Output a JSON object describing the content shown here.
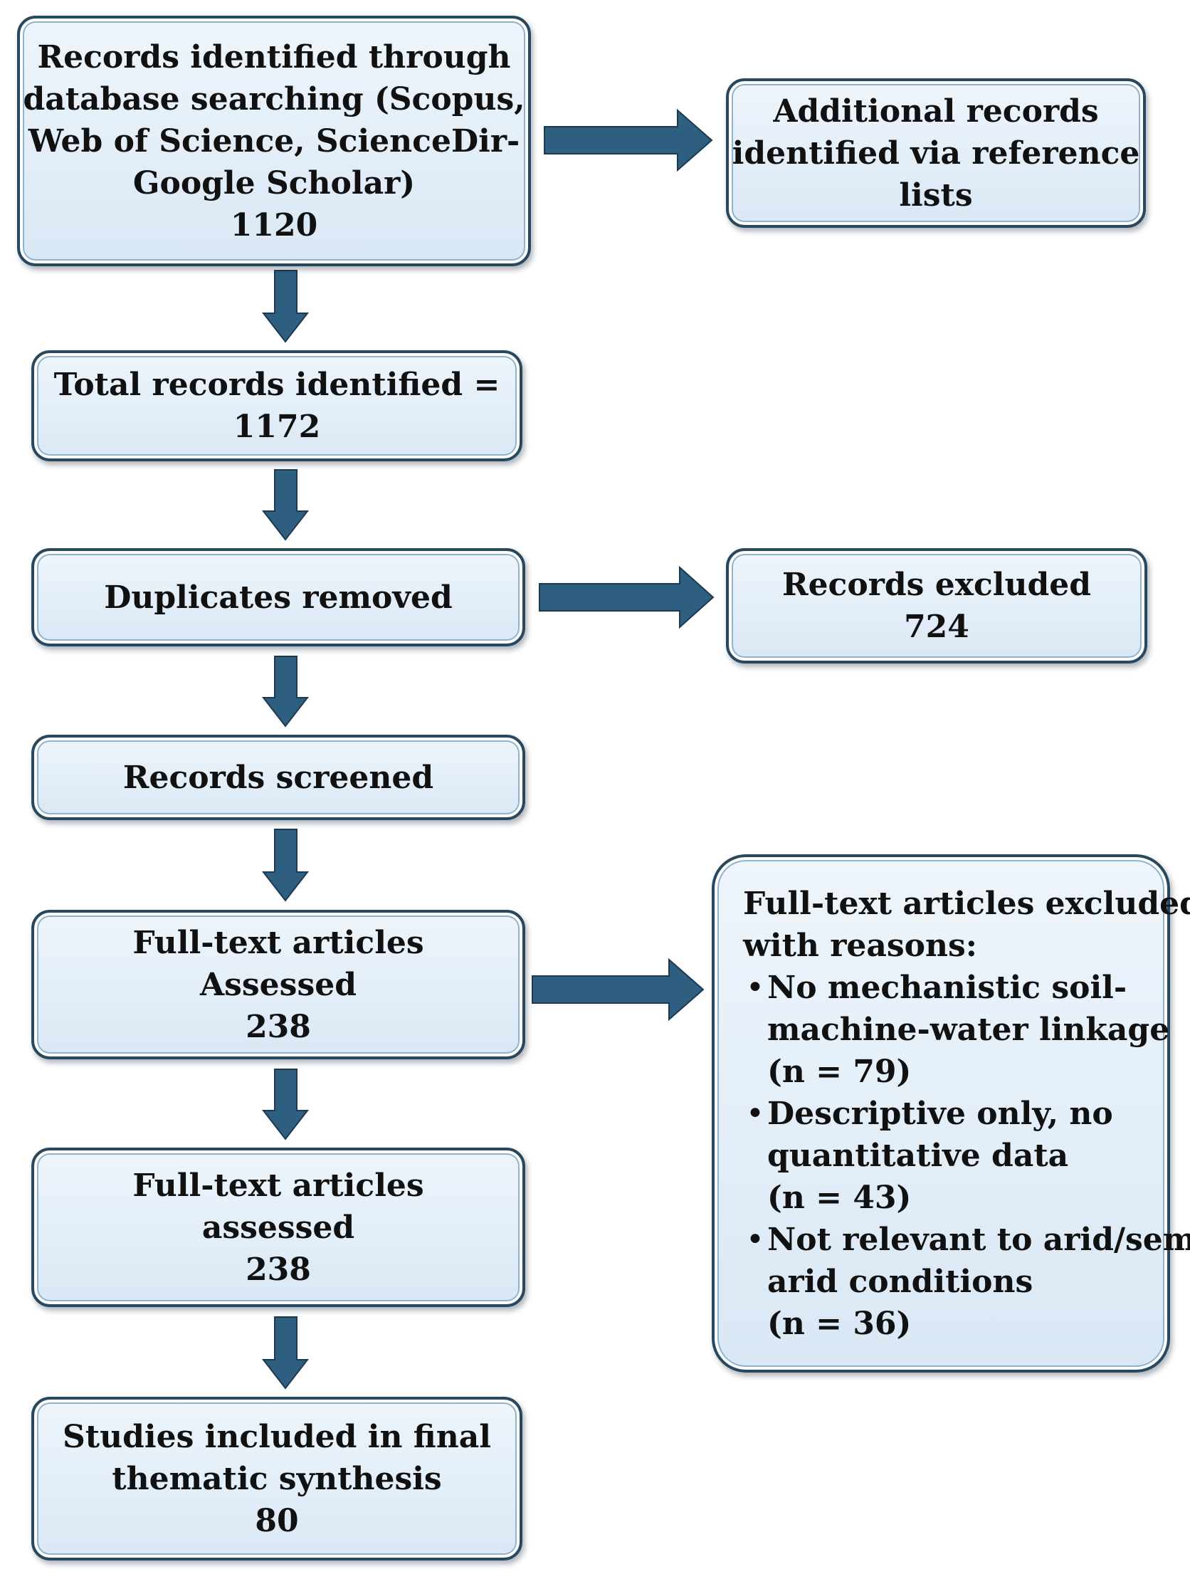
{
  "boxes": {
    "identified": {
      "lines": [
        "Records identified through",
        "database searching (Scopus,",
        "Web of Science, ScienceDir-",
        "Google Scholar)",
        "1120"
      ]
    },
    "additional": {
      "lines": [
        "Additional records",
        "identified via reference",
        "lists"
      ]
    },
    "total": {
      "lines": [
        "Total records identified =",
        "1172"
      ]
    },
    "duplicates": {
      "lines": [
        "Duplicates removed"
      ]
    },
    "excluded": {
      "lines": [
        "Records excluded",
        "724"
      ]
    },
    "screened": {
      "lines": [
        "Records screened"
      ]
    },
    "fulltext_assessed_1": {
      "lines": [
        "Full-text articles",
        "Assessed",
        "238"
      ]
    },
    "fulltext_assessed_2": {
      "lines": [
        "Full-text articles",
        "assessed",
        "238"
      ]
    },
    "included": {
      "lines": [
        "Studies included in final",
        "thematic synthesis",
        "80"
      ]
    },
    "fulltext_excluded": {
      "heading": [
        "Full-text articles excluded",
        "with reasons:"
      ],
      "bullet": "•",
      "reasons": [
        {
          "lines": [
            "No mechanistic soil-",
            "machine-water linkage"
          ],
          "count": "(n = 79)"
        },
        {
          "lines": [
            "Descriptive only, no",
            "quantitative data"
          ],
          "count": "(n = 43)"
        },
        {
          "lines": [
            "Not relevant to arid/semi-",
            "arid conditions"
          ],
          "count": "(n = 36)"
        }
      ]
    }
  },
  "colors": {
    "box_border": "#27485e",
    "box_fill_top": "#eef5fb",
    "box_fill_bottom": "#d9e8f5",
    "arrow": "#2e5f80"
  }
}
